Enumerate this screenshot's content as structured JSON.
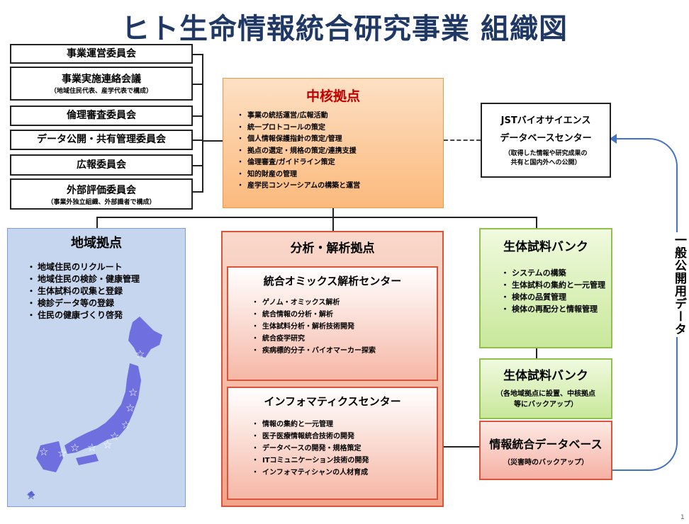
{
  "title": "ヒト生命情報統合研究事業 組織図",
  "committees": [
    {
      "name": "事業運営委員会",
      "note": ""
    },
    {
      "name": "事業実施連絡会議",
      "note": "（地域住民代表、産学代表で構成）"
    },
    {
      "name": "倫理審査委員会",
      "note": ""
    },
    {
      "name": "データ公開・共有管理委員会",
      "note": ""
    },
    {
      "name": "広報委員会",
      "note": ""
    },
    {
      "name": "外部評価委員会",
      "note": "（事業外独立組織、外部識者で構成）"
    }
  ],
  "core": {
    "title": "中核拠点",
    "items": [
      "事業の統括運営/広報活動",
      "統一プロトコールの策定",
      "個人情報保護指針の策定/管理",
      "拠点の選定・規格の策定/連携支援",
      "倫理審査/ガイドライン策定",
      "知的財産の管理",
      "産学民コンソーシアムの構築と運営"
    ]
  },
  "jst": {
    "title1": "JSTバイオサイエンス",
    "title2": "データベースセンター",
    "note1": "（取得した情報や研究成果の",
    "note2": "共有と国内外への公開）"
  },
  "public_data": "一般公開用データ",
  "regional": {
    "title": "地域拠点",
    "items": [
      "地域住民のリクルート",
      "地域住民の検診・健康管理",
      "生体試料の収集と登録",
      "検診データ等の登録",
      "住民の健康づくり啓発"
    ],
    "star": "☆"
  },
  "analysis": {
    "title": "分析・解析拠点",
    "omics": {
      "title": "統合オミックス解析センター",
      "items": [
        "ゲノム・オミックス解析",
        "統合情報の分析・解析",
        "生体試料分析・解析技術開発",
        "統合疫学研究",
        "疾病標的分子・バイオマーカー探索"
      ]
    },
    "informatics": {
      "title": "インフォマティクスセンター",
      "items": [
        "情報の集約と一元管理",
        "医子医療情報統合技術の開発",
        "データベースの開発・規格策定",
        "ITコミュニケーション技術の開発",
        "インフォマティシャンの人材育成"
      ]
    }
  },
  "biobank": {
    "title": "生体試料バンク",
    "items": [
      "システムの構築",
      "生体試料の集約と一元管理",
      "検体の品質管理",
      "検体の再配分と情報管理"
    ]
  },
  "biobank2": {
    "title": "生体試料バンク",
    "note1": "（各地域拠点に設置、中核拠点",
    "note2": "等にバックアップ）"
  },
  "infodb": {
    "title": "情報統合データベース",
    "note": "（災害時のバックアップ）"
  },
  "page_number": "1",
  "colors": {
    "title": "#1f3864",
    "core_fill": "#fbc99a",
    "core_title": "#c00000",
    "regional_fill": "#c6d6ee",
    "analysis_fill": "#f8cbbb",
    "analysis_border": "#d9543a",
    "biobank_fill": "#d8f0b4",
    "biobank_border": "#92c050",
    "db_fill": "#fbd0c8",
    "japan": "#6f6fe0"
  }
}
